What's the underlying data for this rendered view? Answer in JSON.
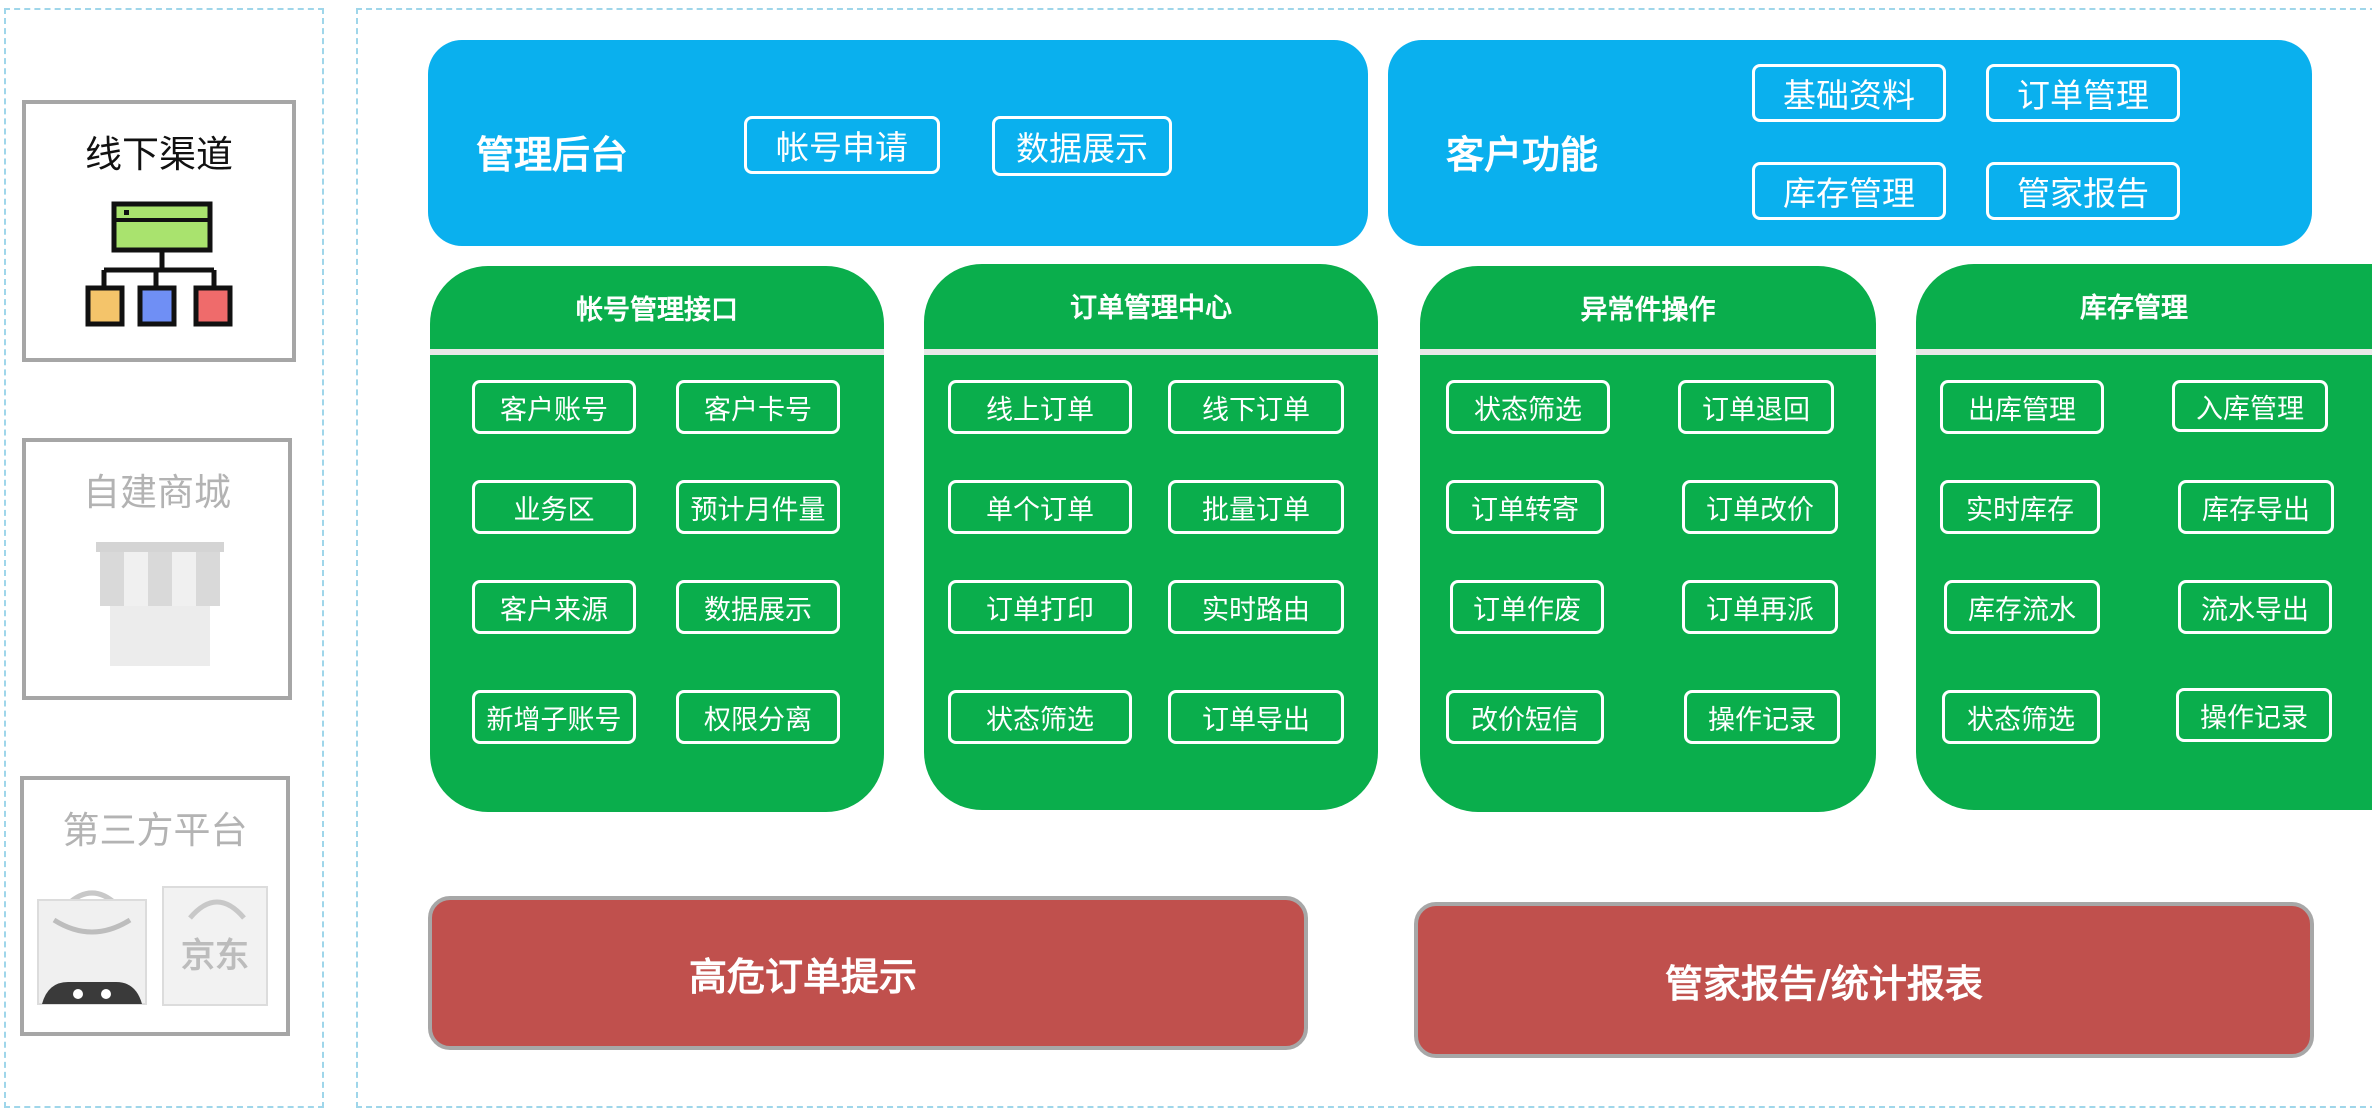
{
  "channels": [
    {
      "label": "线下渠道"
    },
    {
      "label": "自建商城"
    },
    {
      "label": "第三方平台",
      "platform_logo_text": "京东"
    }
  ],
  "admin": {
    "title": "管理后台",
    "buttons": [
      "帐号申请",
      "数据展示"
    ]
  },
  "customer": {
    "title": "客户功能",
    "buttons": [
      "基础资料",
      "订单管理",
      "库存管理",
      "管家报告"
    ]
  },
  "modules": [
    {
      "title": "帐号管理接口",
      "items": [
        "客户账号",
        "客户卡号",
        "业务区",
        "预计月件量",
        "客户来源",
        "数据展示",
        "新增子账号",
        "权限分离"
      ]
    },
    {
      "title": "订单管理中心",
      "items": [
        "线上订单",
        "线下订单",
        "单个订单",
        "批量订单",
        "订单打印",
        "实时路由",
        "状态筛选",
        "订单导出"
      ]
    },
    {
      "title": "异常件操作",
      "items": [
        "状态筛选",
        "订单退回",
        "订单转寄",
        "订单改价",
        "订单作废",
        "订单再派",
        "改价短信",
        "操作记录"
      ]
    },
    {
      "title": "库存管理",
      "items": [
        "出库管理",
        "入库管理",
        "实时库存",
        "库存导出",
        "库存流水",
        "流水导出",
        "状态筛选",
        "操作记录"
      ]
    }
  ],
  "alerts": {
    "high_risk": "高危订单提示",
    "reports": "管家报告/统计报表"
  },
  "colors": {
    "blue": "#0ab0ee",
    "green": "#0aae4c",
    "red": "#c0504d",
    "border_gray": "#a6a6a6"
  }
}
